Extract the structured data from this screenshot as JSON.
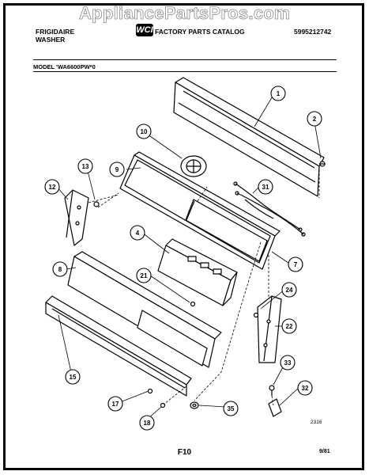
{
  "watermark": "AppliancePartsPros.com",
  "header": {
    "brand": "FRIGIDAIRE",
    "product": "WASHER",
    "logo": "WCI",
    "catalog_title": "FACTORY PARTS CATALOG",
    "catalog_number": "5995212742"
  },
  "model": "MODEL 'WA6600PW*0",
  "drawing_number": "2316",
  "page_label": "F10",
  "date": "9/81",
  "callouts": [
    {
      "id": "1",
      "label": "1"
    },
    {
      "id": "2",
      "label": "2"
    },
    {
      "id": "4",
      "label": "4"
    },
    {
      "id": "7",
      "label": "7"
    },
    {
      "id": "8",
      "label": "8"
    },
    {
      "id": "9",
      "label": "9"
    },
    {
      "id": "10",
      "label": "10"
    },
    {
      "id": "12",
      "label": "12"
    },
    {
      "id": "13",
      "label": "13"
    },
    {
      "id": "15",
      "label": "15"
    },
    {
      "id": "17",
      "label": "17"
    },
    {
      "id": "18",
      "label": "18"
    },
    {
      "id": "21",
      "label": "21"
    },
    {
      "id": "22",
      "label": "22"
    },
    {
      "id": "24",
      "label": "24"
    },
    {
      "id": "31",
      "label": "31"
    },
    {
      "id": "32",
      "label": "32"
    },
    {
      "id": "33",
      "label": "33"
    },
    {
      "id": "35",
      "label": "35"
    }
  ]
}
